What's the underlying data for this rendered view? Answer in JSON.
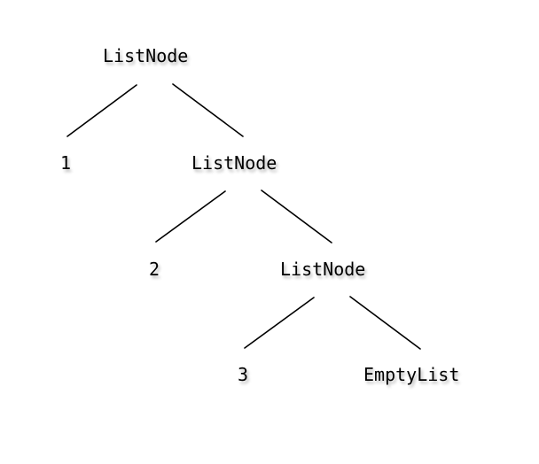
{
  "tree": {
    "root": {
      "label": "ListNode"
    },
    "head1": {
      "label": "1"
    },
    "tail1": {
      "label": "ListNode"
    },
    "head2": {
      "label": "2"
    },
    "tail2": {
      "label": "ListNode"
    },
    "head3": {
      "label": "3"
    },
    "tail3": {
      "label": "EmptyList"
    }
  }
}
